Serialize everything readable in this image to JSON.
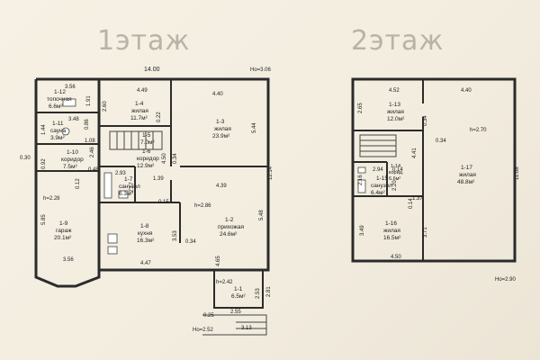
{
  "titles": {
    "floor1": "1этаж",
    "floor2": "2этаж"
  },
  "floor1": {
    "overall_width": "14.00",
    "overall_depth": "12.14",
    "height_mark_top": "Но=3.06",
    "height_mark_bottom": "Но=2.52",
    "rooms": [
      {
        "id": "1-12",
        "name": "топочная",
        "area": "6.6м²"
      },
      {
        "id": "1-11",
        "name": "сауна",
        "area": "3.9м²"
      },
      {
        "id": "1-10",
        "name": "коридор",
        "area": "7.5м²"
      },
      {
        "id": "1-9",
        "name": "гараж",
        "area": "20.1м²"
      },
      {
        "id": "1-4",
        "name": "жилая",
        "area": "11.7м²"
      },
      {
        "id": "1-5",
        "name": "",
        "area": "7.0м²"
      },
      {
        "id": "1-6",
        "name": "коридор",
        "area": "12.9м²"
      },
      {
        "id": "1-7",
        "name": "санузел",
        "area": "6.3м²"
      },
      {
        "id": "1-8",
        "name": "кухня",
        "area": "16.3м²"
      },
      {
        "id": "1-3",
        "name": "жилая",
        "area": "23.9м²"
      },
      {
        "id": "1-2",
        "name": "прихожая",
        "area": "24.6м²"
      },
      {
        "id": "1-1",
        "name": "",
        "area": "6.5м²"
      }
    ],
    "dimensions": [
      "3.56",
      "1.91",
      "3.48",
      "1.44",
      "0.86",
      "1.08",
      "0.30",
      "0.92",
      "0.48",
      "2.46",
      "0.12",
      "h=2.28",
      "5.85",
      "3.56",
      "4.49",
      "2.60",
      "0.22",
      "4.40",
      "5.44",
      "2.93",
      "2.17",
      "1.39",
      "0.34",
      "4.50",
      "4.39",
      "0.15",
      "h=2.86",
      "3.53",
      "0.34",
      "5.48",
      "4.47",
      "4.65",
      "h=2.42",
      "2.53",
      "2.81",
      "0.25",
      "2.55",
      "3.13"
    ]
  },
  "floor2": {
    "overall_depth": "11.08",
    "height_mark_bottom": "Но=2.90",
    "rooms": [
      {
        "id": "1-13",
        "name": "жилая",
        "area": "12.0м²"
      },
      {
        "id": "1-14",
        "name": "корид.",
        "area": "6.6м²"
      },
      {
        "id": "1-15",
        "name": "санузел",
        "area": "6.4м²"
      },
      {
        "id": "1-16",
        "name": "жилая",
        "area": "16.5м²"
      },
      {
        "id": "1-17",
        "name": "жилая",
        "area": "48.8м²"
      }
    ],
    "dimensions": [
      "4.52",
      "4.40",
      "2.65",
      "0.34",
      "h=2.70",
      "0.34",
      "4.41",
      "2.94",
      "0.14",
      "2.16",
      "2.20",
      "1.37",
      "0.14",
      "3.49",
      "3.71",
      "4.50"
    ]
  }
}
